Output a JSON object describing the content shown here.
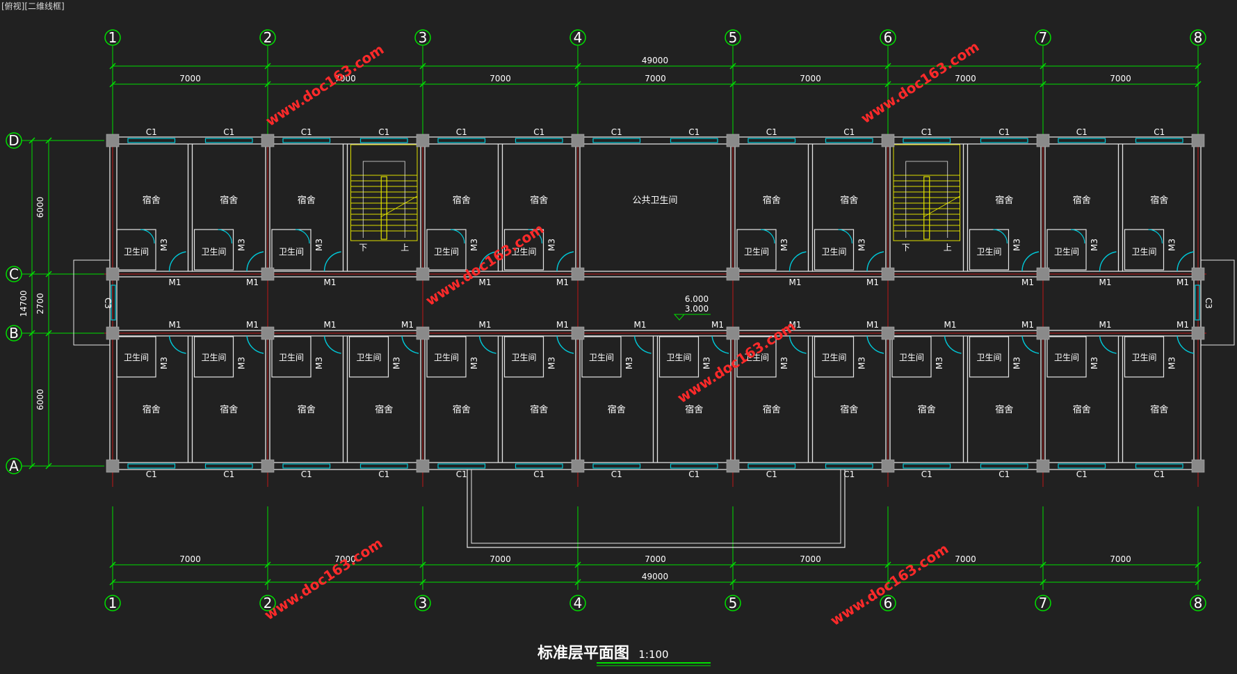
{
  "viewport_label": "[俯视][二维线框]",
  "axes": {
    "columns": [
      "1",
      "2",
      "3",
      "4",
      "5",
      "6",
      "7",
      "8"
    ],
    "rows": [
      "D",
      "C",
      "B",
      "A"
    ]
  },
  "dimensions": {
    "bay_span": "7000",
    "total_length": "49000",
    "row_spans": [
      "6000",
      "2700",
      "6000"
    ],
    "total_depth": "14700"
  },
  "labels": {
    "window": "C1",
    "window_end": "C3",
    "door_main": "M1",
    "door_wc": "M3",
    "dorm": "宿舍",
    "bathroom": "卫生间",
    "public_wc": "公共卫生间",
    "stair_down": "下",
    "stair_up": "上"
  },
  "elevations": [
    "6.000",
    "3.000"
  ],
  "watermark": "www.doc163.com",
  "title": "标准层平面图",
  "scale": "1:100",
  "colors": {
    "background": "#212121",
    "dimension": "#00e000",
    "wall": "#e6e6e6",
    "axis_line": "#c01818",
    "window": "#00c8d8",
    "door": "#00c8d8",
    "stair": "#e0e000",
    "column": "#8a8a8a",
    "watermark": "#ff2a2a"
  }
}
